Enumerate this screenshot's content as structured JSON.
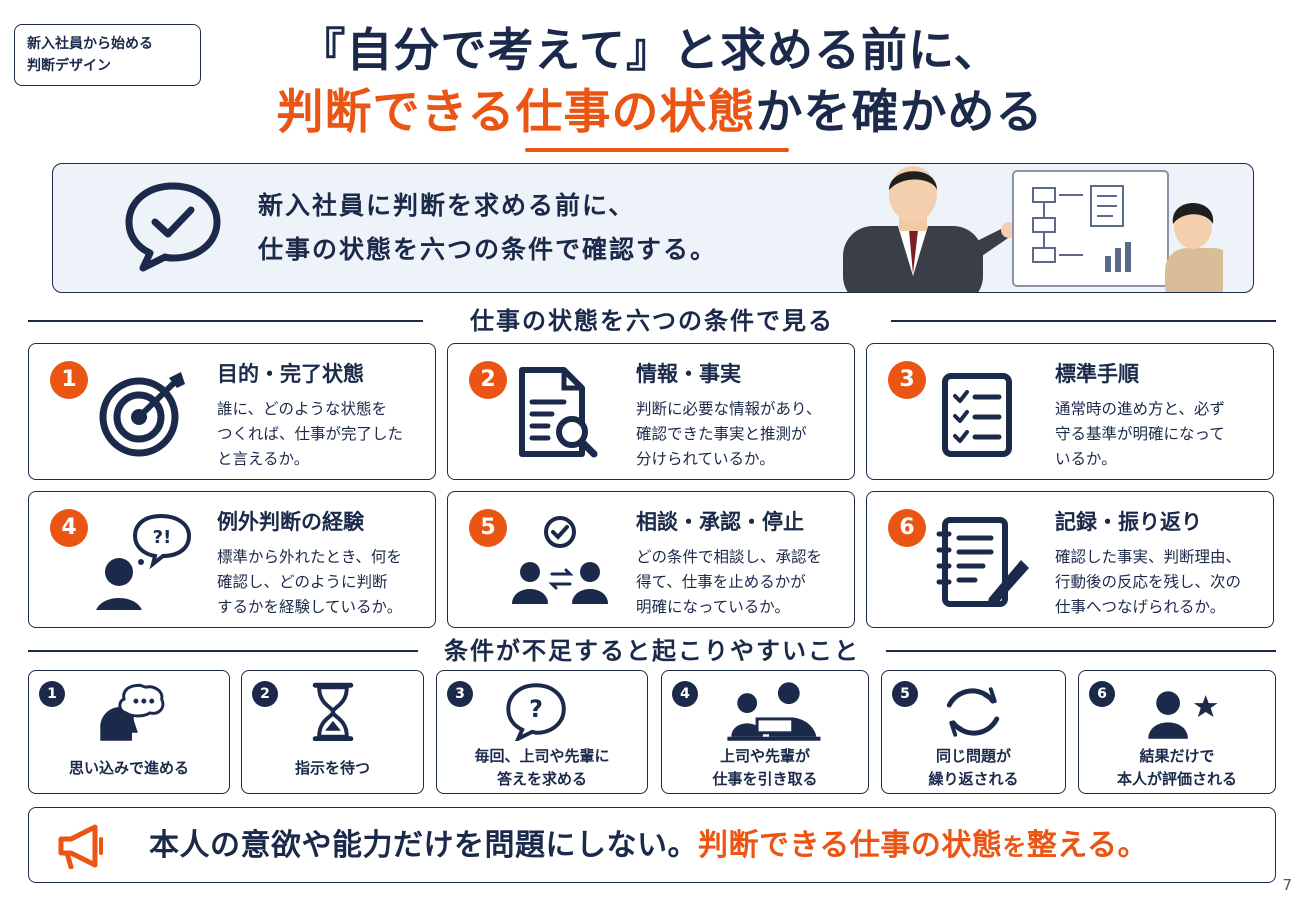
{
  "tag": {
    "line1": "新入社員から始める",
    "line2": "判断デザイン"
  },
  "title": {
    "line1": "『自分で考えて』と求める前に、",
    "line2_highlight_a": "判断できる",
    "line2_highlight_b": "仕事の状態",
    "line2_rest": "かを確かめる"
  },
  "intro": {
    "line1": "新入社員に判断を求める前に、",
    "line2": "仕事の状態を六つの条件で確認する。",
    "icon": "speech-check-icon"
  },
  "section1": {
    "title": "仕事の状態を六つの条件で見る"
  },
  "conditions": [
    {
      "num": "1",
      "title": "目的・完了状態",
      "desc": "誰に、どのような状態を\nつくれば、仕事が完了した\nと言えるか。",
      "icon": "target-icon"
    },
    {
      "num": "2",
      "title": "情報・事実",
      "desc": "判断に必要な情報があり、\n確認できた事実と推測が\n分けられているか。",
      "icon": "document-search-icon"
    },
    {
      "num": "3",
      "title": "標準手順",
      "desc": "通常時の進め方と、必ず\n守る基準が明確になって\nいるか。",
      "icon": "checklist-icon"
    },
    {
      "num": "4",
      "title": "例外判断の経験",
      "desc": "標準から外れたとき、何を\n確認し、どのように判断\nするかを経験しているか。",
      "icon": "thinking-person-icon"
    },
    {
      "num": "5",
      "title": "相談・承認・停止",
      "desc": "どの条件で相談し、承認を\n得て、仕事を止めるかが\n明確になっているか。",
      "icon": "consultation-icon"
    },
    {
      "num": "6",
      "title": "記録・振り返り",
      "desc": "確認した事実、判断理由、\n行動後の反応を残し、次の\n仕事へつなげられるか。",
      "icon": "notebook-pen-icon"
    }
  ],
  "section2": {
    "title": "条件が不足すると起こりやすいこと"
  },
  "symptoms": [
    {
      "num": "1",
      "text": "思い込みで進める",
      "icon": "assumption-head-icon"
    },
    {
      "num": "2",
      "text": "指示を待つ",
      "icon": "hourglass-icon"
    },
    {
      "num": "3",
      "text": "毎回、上司や先輩に\n答えを求める",
      "icon": "question-bubble-icon"
    },
    {
      "num": "4",
      "text": "上司や先輩が\n仕事を引き取る",
      "icon": "takeover-icon"
    },
    {
      "num": "5",
      "text": "同じ問題が\n繰り返される",
      "icon": "repeat-icon"
    },
    {
      "num": "6",
      "text": "結果だけで\n本人が評価される",
      "icon": "person-star-icon"
    }
  ],
  "banner": {
    "text_a": "本人の意欲や能力だけを問題にしない。",
    "text_b": "判断できる仕事の状態",
    "text_c": "を",
    "text_d": "整える。",
    "icon": "megaphone-icon"
  },
  "page_number": "7",
  "colors": {
    "navy": "#1b2a4a",
    "orange": "#ea5514",
    "panel": "#eef2f9"
  }
}
